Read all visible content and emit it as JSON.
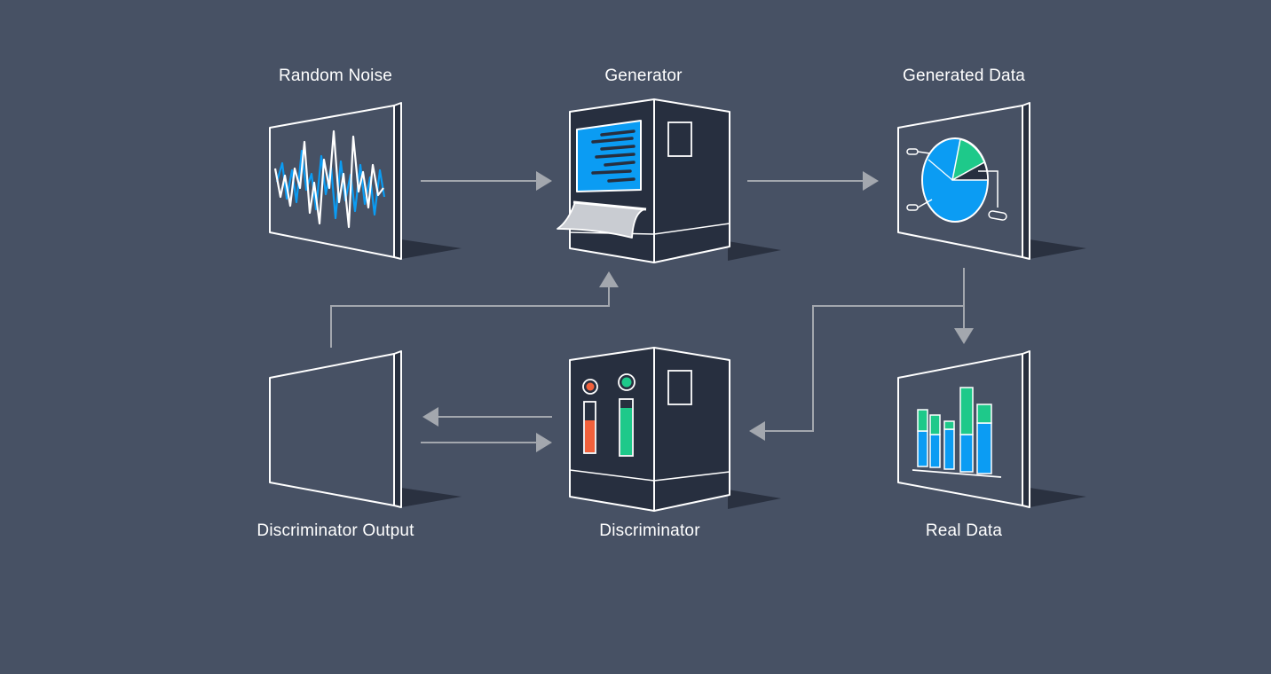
{
  "nodes": {
    "random_noise": {
      "label": "Random Noise"
    },
    "generator": {
      "label": "Generator"
    },
    "generated_data": {
      "label": "Generated Data"
    },
    "discriminator_output": {
      "label": "Discriminator Output"
    },
    "discriminator": {
      "label": "Discriminator"
    },
    "real_data": {
      "label": "Real Data"
    }
  },
  "colors": {
    "background": "#475164",
    "outline": "#ffffff",
    "device_dark": "#272f3f",
    "screen_blue": "#0b9cf3",
    "accent_green": "#1ec98a",
    "accent_red": "#f2613c",
    "arrow": "#a3a7ae"
  }
}
